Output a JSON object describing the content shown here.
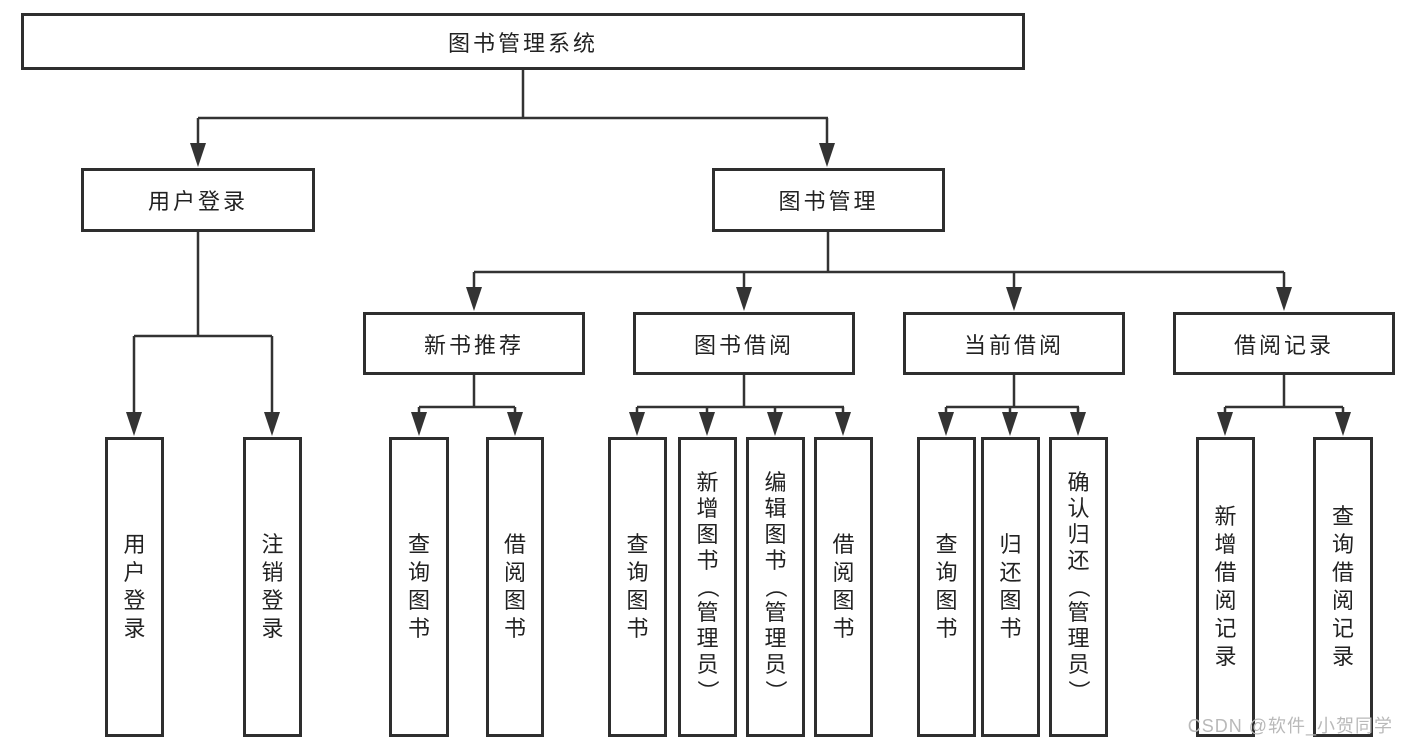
{
  "diagram": {
    "root": {
      "label": "图书管理系统"
    },
    "level2": [
      {
        "label": "用户登录",
        "children": [
          {
            "label": "用户登录"
          },
          {
            "label": "注销登录"
          }
        ]
      },
      {
        "label": "图书管理",
        "children": [
          {
            "label": "新书推荐",
            "children": [
              {
                "label": "查询图书"
              },
              {
                "label": "借阅图书"
              }
            ]
          },
          {
            "label": "图书借阅",
            "children": [
              {
                "label": "查询图书"
              },
              {
                "label": "新增图书（管理员）"
              },
              {
                "label": "编辑图书（管理员）"
              },
              {
                "label": "借阅图书"
              }
            ]
          },
          {
            "label": "当前借阅",
            "children": [
              {
                "label": "查询图书"
              },
              {
                "label": "归还图书"
              },
              {
                "label": "确认归还（管理员）"
              }
            ]
          },
          {
            "label": "借阅记录",
            "children": [
              {
                "label": "新增借阅记录"
              },
              {
                "label": "查询借阅记录"
              }
            ]
          }
        ]
      }
    ]
  },
  "watermark": {
    "text": "CSDN @软件_小贺同学"
  },
  "colors": {
    "line": "#333333",
    "box_border": "#2e2e2e",
    "text": "#222222",
    "watermark": "#b9b9b9",
    "background": "#ffffff"
  }
}
